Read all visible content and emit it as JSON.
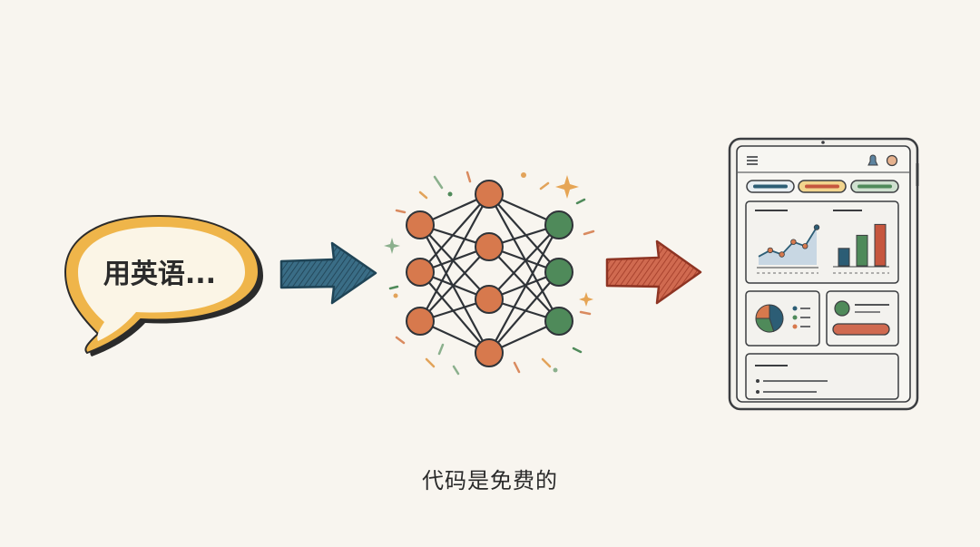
{
  "speech_bubble": {
    "text": "用英语..."
  },
  "caption": "代码是免费的",
  "colors": {
    "background": "#f8f5ef",
    "bubble_fill": "#fbf5e6",
    "bubble_border": "#e7b54a",
    "arrow_left": "#2c5d75",
    "arrow_right": "#c6563e",
    "node_orange": "#d7794d",
    "node_green": "#4f8a5a",
    "edge": "#2f3338"
  },
  "network": {
    "layers": [
      3,
      4,
      3
    ],
    "input_color": "orange",
    "hidden_color": "orange",
    "output_color": "green"
  },
  "tablet": {
    "top_pills": [
      "blue",
      "orange",
      "green"
    ],
    "line_chart": [
      0.2,
      0.35,
      0.25,
      0.55,
      0.45,
      0.9
    ],
    "bar_chart": [
      0.4,
      0.7,
      0.95
    ],
    "pie_slices": [
      0.45,
      0.3,
      0.25
    ]
  },
  "icons": [
    "speech-bubble-icon",
    "arrow-right-icon",
    "neural-network-icon",
    "tablet-dashboard-icon",
    "bell-icon",
    "menu-icon"
  ]
}
